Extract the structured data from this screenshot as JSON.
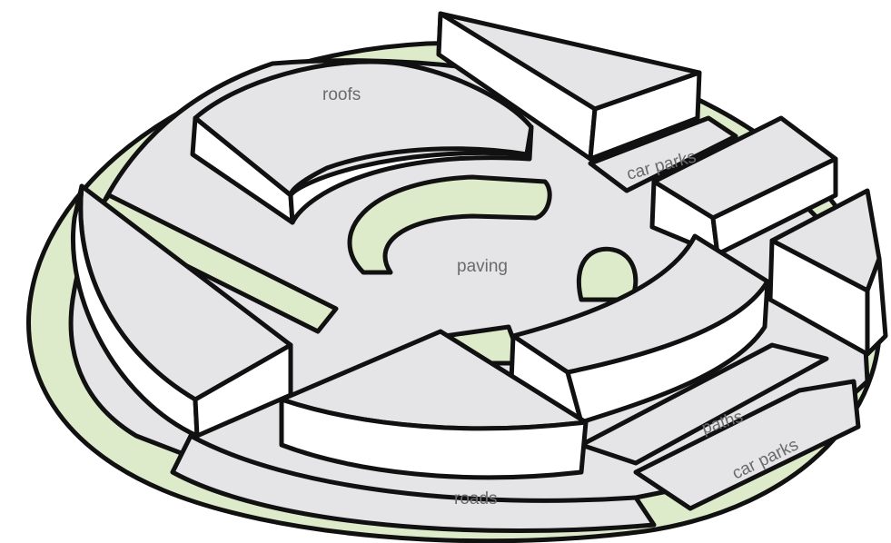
{
  "colors": {
    "green": "#deebcb",
    "grey": "#e5e4e6",
    "roof_side": "#ffffff",
    "outline": "#111111",
    "label": "#6b6b6b"
  },
  "labels": {
    "roofs": "roofs",
    "car_parks_top": "car parks",
    "paving": "paving",
    "paths": "paths",
    "car_parks_bottom": "car parks",
    "roads": "roads"
  }
}
